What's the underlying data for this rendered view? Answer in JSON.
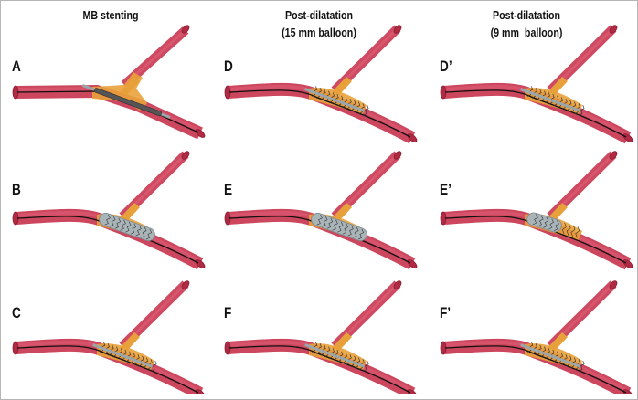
{
  "figure": {
    "columns": [
      {
        "title": "MB stenting"
      },
      {
        "title": "Post-dilatation\n(15 mm balloon)"
      },
      {
        "title": "Post-dilatation\n(9 mm  balloon)"
      }
    ],
    "panels": [
      {
        "label": "A",
        "state": "wire-and-stent-delivery",
        "column": 0,
        "row": 0
      },
      {
        "label": "B",
        "state": "stent-balloon-inflated",
        "column": 0,
        "row": 1
      },
      {
        "label": "C",
        "state": "stent-deployed",
        "column": 0,
        "row": 2
      },
      {
        "label": "D",
        "state": "stent-deployed-wire",
        "column": 1,
        "row": 0
      },
      {
        "label": "E",
        "state": "long-balloon-inflated",
        "column": 1,
        "row": 1
      },
      {
        "label": "F",
        "state": "post-dilated",
        "column": 1,
        "row": 2
      },
      {
        "label": "D’",
        "state": "stent-deployed-wire",
        "column": 2,
        "row": 0
      },
      {
        "label": "E’",
        "state": "short-balloon-inflated",
        "column": 2,
        "row": 1
      },
      {
        "label": "F’",
        "state": "post-dilated",
        "column": 2,
        "row": 2
      }
    ],
    "colors": {
      "vessel": "#c8364f",
      "vessel_light": "#e0607a",
      "plaque": "#e8a13a",
      "balloon": "#a9b4b8",
      "wire": "#111111",
      "strut": "#333333"
    }
  }
}
